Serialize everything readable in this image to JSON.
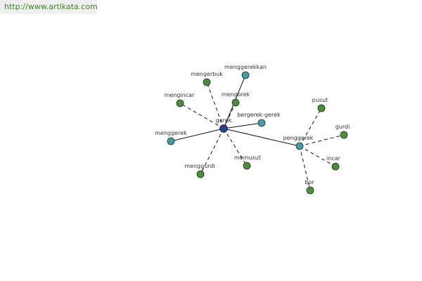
{
  "source": {
    "text": "http://www.artikata.com"
  },
  "colors": {
    "center_node": "#2f3f8f",
    "hub_node": "#4a9aa6",
    "leaf_node": "#4f8a3d",
    "node_stroke": "#1f2f1f",
    "edge": "#111111"
  },
  "graph": {
    "nodes": [
      {
        "id": "gerek",
        "label": "gerek",
        "kind": "center"
      },
      {
        "id": "menggerekkan",
        "label": "menggerekkan",
        "kind": "hub"
      },
      {
        "id": "mengerbuk",
        "label": "mengerbuk",
        "kind": "leaf"
      },
      {
        "id": "mengincar",
        "label": "mengincar",
        "kind": "leaf"
      },
      {
        "id": "mengorek",
        "label": "mengorek",
        "kind": "leaf"
      },
      {
        "id": "bergerek-gerek",
        "label": "bergerek-gerek",
        "kind": "hub"
      },
      {
        "id": "menggerek",
        "label": "menggerek",
        "kind": "hub"
      },
      {
        "id": "menggurdi",
        "label": "menggurdi",
        "kind": "leaf"
      },
      {
        "id": "memusut",
        "label": "memusut",
        "kind": "leaf"
      },
      {
        "id": "penggerek",
        "label": "penggerek",
        "kind": "hub"
      },
      {
        "id": "pusut",
        "label": "pusut",
        "kind": "leaf"
      },
      {
        "id": "gurdi",
        "label": "gurdi",
        "kind": "leaf"
      },
      {
        "id": "incar",
        "label": "incar",
        "kind": "leaf"
      },
      {
        "id": "bor",
        "label": "bor",
        "kind": "leaf"
      }
    ],
    "edges": [
      {
        "from": "gerek",
        "to": "menggerekkan",
        "style": "solid"
      },
      {
        "from": "gerek",
        "to": "bergerek-gerek",
        "style": "solid"
      },
      {
        "from": "gerek",
        "to": "menggerek",
        "style": "solid"
      },
      {
        "from": "gerek",
        "to": "penggerek",
        "style": "solid"
      },
      {
        "from": "gerek",
        "to": "mengerbuk",
        "style": "dashed"
      },
      {
        "from": "gerek",
        "to": "mengincar",
        "style": "dashed"
      },
      {
        "from": "gerek",
        "to": "mengorek",
        "style": "dashed"
      },
      {
        "from": "gerek",
        "to": "menggurdi",
        "style": "dashed"
      },
      {
        "from": "gerek",
        "to": "memusut",
        "style": "dashed"
      },
      {
        "from": "penggerek",
        "to": "pusut",
        "style": "dashed"
      },
      {
        "from": "penggerek",
        "to": "gurdi",
        "style": "dashed"
      },
      {
        "from": "penggerek",
        "to": "incar",
        "style": "dashed"
      },
      {
        "from": "penggerek",
        "to": "bor",
        "style": "dashed"
      }
    ]
  }
}
